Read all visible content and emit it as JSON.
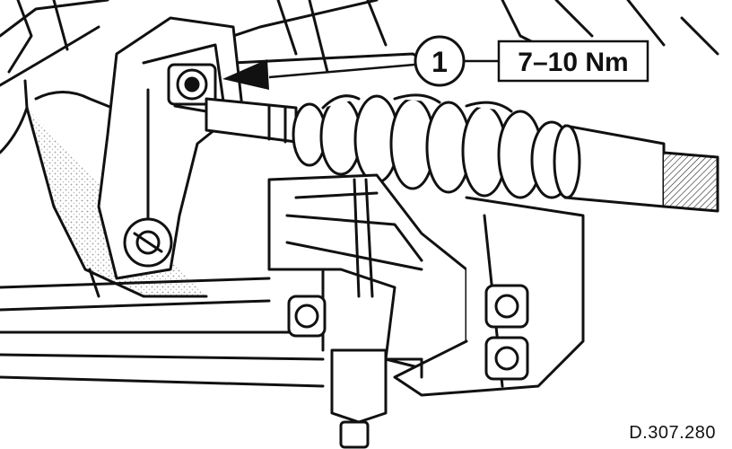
{
  "callout": {
    "number": "1",
    "torque": "7–10 Nm"
  },
  "reference_code": "D.307.280",
  "colors": {
    "ink": "#111111",
    "paper": "#ffffff",
    "shade": "#cfcfcf"
  }
}
